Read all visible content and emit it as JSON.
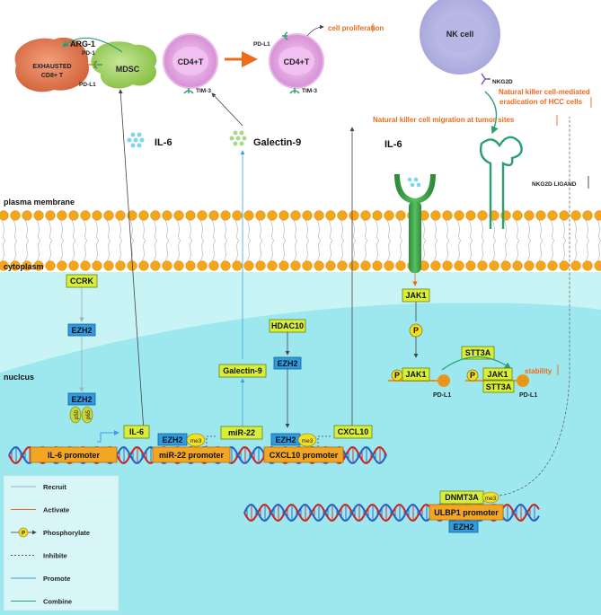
{
  "colors": {
    "accent_orange": "#ee6a1c",
    "cytoplasm": "#c8f4f5",
    "nucleus": "#9de8ee",
    "promoter": "#f2a623",
    "yellow_box": "#d7ee3a",
    "blue_box": "#2f9be0",
    "membrane_head": "#f5a51a"
  },
  "labels": {
    "plasma_membrane": "plasma membrane",
    "cytoplasm": "cytoplasm",
    "nucleus": "nuclcus"
  },
  "cells": {
    "exhausted_l1": "EXHAUSTED",
    "exhausted_l2": "CD8+ T",
    "pd1": "PD-1",
    "pdl1": "PD-L1",
    "arg1": "ARG-1",
    "mdsc": "MDSC",
    "cd4_left": "CD4+T",
    "cd4_right": "CD4+T",
    "tim3_left": "TIM-3",
    "tim3_right": "TIM-3",
    "pdl1_cd4": "PD-L1",
    "cell_prolif": "cell proliferation",
    "nk_cell": "NK cell",
    "nkg2d": "NKG2D",
    "nk_erad_l1": "Natural killer cell-mediated",
    "nk_erad_l2": "eradication of HCC cells",
    "nk_migration": "Natural killer cell migration at tumor sites",
    "nkg2d_ligand": "NKG2D LIGAND"
  },
  "secreted": {
    "il6": "IL-6",
    "galectin9": "Galectin-9",
    "il6_receptor": "IL-6"
  },
  "molecules": {
    "ccrk": "CCRK",
    "ezh2_cyto": "EZH2",
    "hdac10": "HDAC10",
    "ezh2_hdac": "EZH2",
    "galectin9_nuc": "Galectin-9",
    "jak1_top": "JAK1",
    "p": "P",
    "stt3a": "STT3A",
    "jak1_mid": "JAK1",
    "pdl1_mid": "PD-L1",
    "jak1_right": "JAK1",
    "stt3a_right": "STT3A",
    "pdl1_right": "PD-L1",
    "stability": "stability"
  },
  "promoters": {
    "ezh2_il6": "EZH2",
    "p50": "p50",
    "p65": "p65",
    "il6_out": "IL-6",
    "il6_prom": "IL-6 promoter",
    "ezh2_mir": "EZH2",
    "me3_mir": "me3",
    "mir22_out": "miR-22",
    "mir22_prom": "miR-22 promoter",
    "ezh2_cxcl": "EZH2",
    "me3_cxcl": "me3",
    "cxcl10_out": "CXCL10",
    "cxcl10_prom": "CXCL10 promoter",
    "dnmt3a": "DNMT3A",
    "me3_ulbp": "me3",
    "ulbp1_prom": "ULBP1 promoter",
    "ezh2_ulbp": "EZH2"
  },
  "legend": {
    "items": [
      {
        "label": "Recruit",
        "color": "#9ab4c8",
        "style": "solid"
      },
      {
        "label": "Activate",
        "color": "#ee6a1c",
        "style": "solid"
      },
      {
        "label": "Phosphorylate",
        "color": "#333333",
        "style": "p"
      },
      {
        "label": "Inhibite",
        "color": "#555555",
        "style": "dashed"
      },
      {
        "label": "Promote",
        "color": "#3aa0e0",
        "style": "solid"
      },
      {
        "label": "Combine",
        "color": "#2aa070",
        "style": "solid"
      }
    ]
  }
}
